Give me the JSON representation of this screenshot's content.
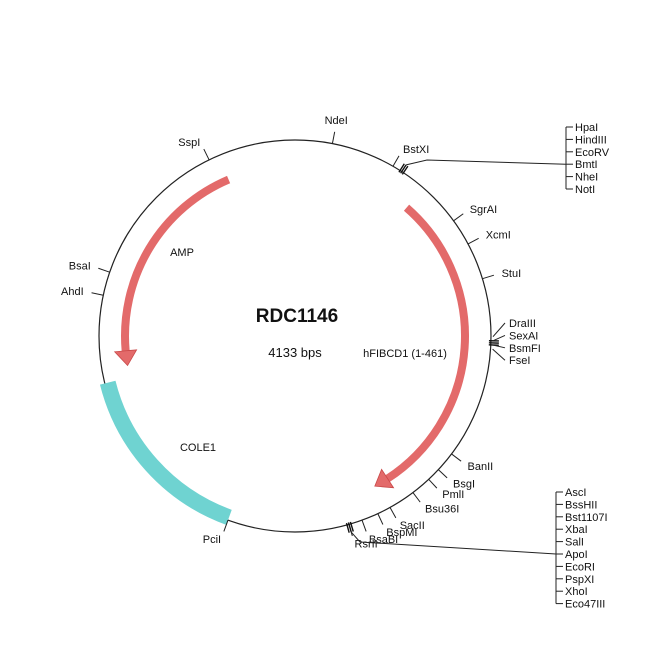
{
  "title": "RDC1146",
  "size_label": "4133 bps",
  "colors": {
    "backbone": "#222222",
    "feature_red": "#e36a6a",
    "feature_red_stroke": "#c94848",
    "cole1": "#6fd3d1",
    "cole1_stroke": "#45b5b3"
  },
  "features": [
    {
      "name": "AMP",
      "type": "arrow",
      "start_deg": 337,
      "end_deg": 260,
      "color": "#e36a6a"
    },
    {
      "name": "hFIBCD1 (1-461)",
      "type": "arrow",
      "start_deg": 41,
      "end_deg": 152,
      "color": "#e36a6a"
    },
    {
      "name": "COLE1",
      "type": "box",
      "start_deg": 256,
      "end_deg": 200,
      "color": "#6fd3d1"
    }
  ],
  "sites": [
    {
      "name": "SspI",
      "deg": 334
    },
    {
      "name": "NdeI",
      "deg": 11
    },
    {
      "name": "BstXI",
      "deg": 30
    },
    {
      "name": "SgrAI",
      "deg": 54
    },
    {
      "name": "XcmI",
      "deg": 62
    },
    {
      "name": "StuI",
      "deg": 73
    },
    {
      "name": "BanII",
      "deg": 127
    },
    {
      "name": "BsgI",
      "deg": 133
    },
    {
      "name": "PmlI",
      "deg": 137
    },
    {
      "name": "Bsu36I",
      "deg": 143
    },
    {
      "name": "SacII",
      "deg": 151
    },
    {
      "name": "BspMI",
      "deg": 155
    },
    {
      "name": "BsaBI",
      "deg": 160
    },
    {
      "name": "RsrII",
      "deg": 164
    },
    {
      "name": "PciI",
      "deg": 200
    },
    {
      "name": "AhdI",
      "deg": 282
    },
    {
      "name": "BsaI",
      "deg": 289
    }
  ],
  "site_groups": [
    {
      "deg": 33,
      "names": [
        "HpaI",
        "HindIII",
        "EcoRV",
        "BmtI",
        "NheI",
        "NotI"
      ]
    },
    {
      "deg": 92,
      "names": [
        "DraIII",
        "SexAI",
        "BsmFI",
        "FseI"
      ]
    },
    {
      "deg": 164,
      "names": [
        "AscI",
        "BssHII",
        "Bst1107I",
        "XbaI",
        "SalI",
        "ApoI",
        "EcoRI",
        "PspXI",
        "XhoI",
        "Eco47III"
      ]
    }
  ]
}
